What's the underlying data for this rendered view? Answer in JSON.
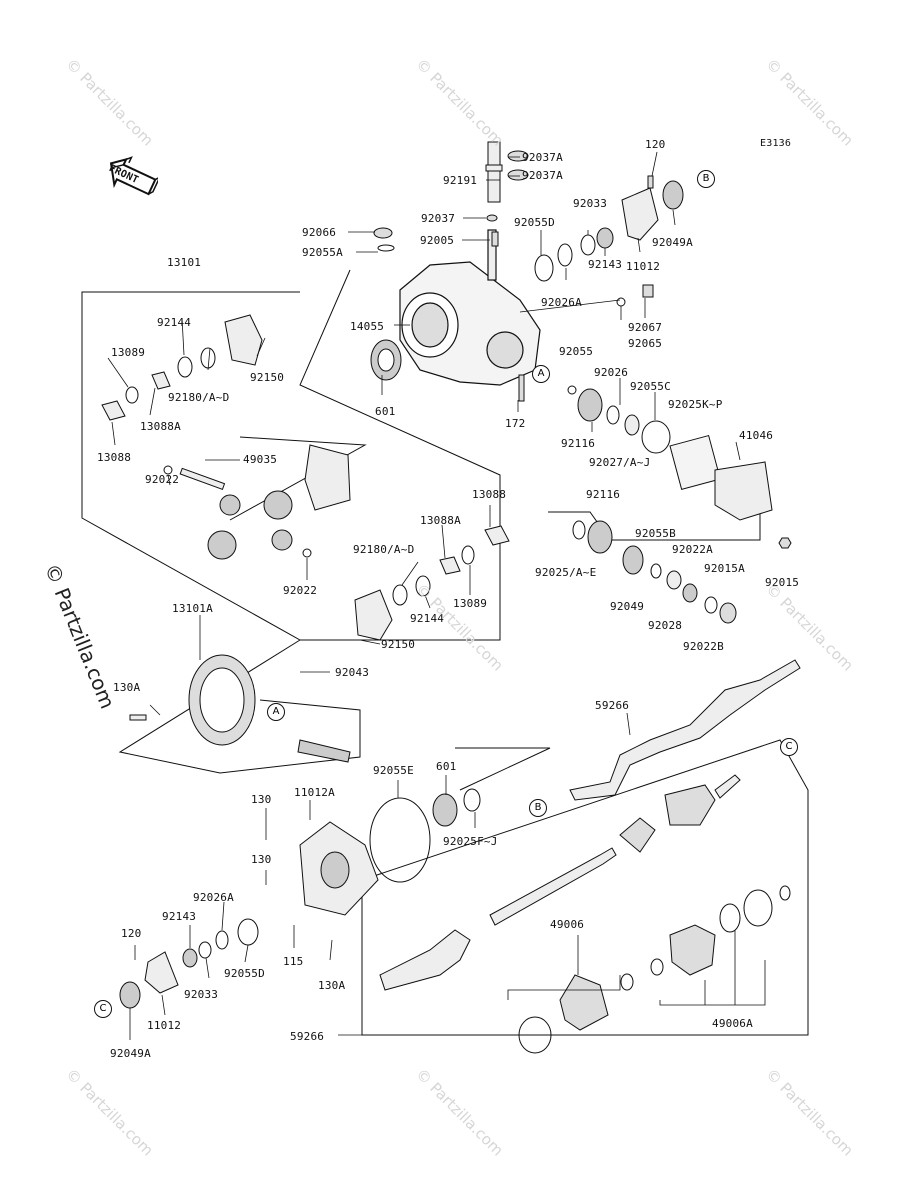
{
  "diagram_code": "E3136",
  "front_label": "FRONT",
  "watermark": "© Partzilla.com",
  "labels": [
    {
      "id": "l1",
      "text": "92037A"
    },
    {
      "id": "l2",
      "text": "92037A"
    },
    {
      "id": "l3",
      "text": "120"
    },
    {
      "id": "l4",
      "text": "92191"
    },
    {
      "id": "l5",
      "text": "92033"
    },
    {
      "id": "l6",
      "text": "92037"
    },
    {
      "id": "l7",
      "text": "92055D"
    },
    {
      "id": "l8",
      "text": "92066"
    },
    {
      "id": "l9",
      "text": "92005"
    },
    {
      "id": "l10",
      "text": "92055A"
    },
    {
      "id": "l11",
      "text": "92049A"
    },
    {
      "id": "l12",
      "text": "92143"
    },
    {
      "id": "l13",
      "text": "11012"
    },
    {
      "id": "l14",
      "text": "92026A"
    },
    {
      "id": "l15",
      "text": "13101"
    },
    {
      "id": "l16",
      "text": "92067"
    },
    {
      "id": "l17",
      "text": "92065"
    },
    {
      "id": "l18",
      "text": "92144"
    },
    {
      "id": "l19",
      "text": "14055"
    },
    {
      "id": "l20",
      "text": "13089"
    },
    {
      "id": "l21",
      "text": "92055"
    },
    {
      "id": "l22",
      "text": "92026"
    },
    {
      "id": "l23",
      "text": "92150"
    },
    {
      "id": "l24",
      "text": "92180/A~D"
    },
    {
      "id": "l25",
      "text": "92055C"
    },
    {
      "id": "l26",
      "text": "92025K~P"
    },
    {
      "id": "l27",
      "text": "13088A"
    },
    {
      "id": "l28",
      "text": "601"
    },
    {
      "id": "l29",
      "text": "172"
    },
    {
      "id": "l30",
      "text": "41046"
    },
    {
      "id": "l31",
      "text": "13088"
    },
    {
      "id": "l32",
      "text": "92116"
    },
    {
      "id": "l33",
      "text": "92027/A~J"
    },
    {
      "id": "l34",
      "text": "49035"
    },
    {
      "id": "l35",
      "text": "92022"
    },
    {
      "id": "l36",
      "text": "13088"
    },
    {
      "id": "l37",
      "text": "92116"
    },
    {
      "id": "l38",
      "text": "13088A"
    },
    {
      "id": "l39",
      "text": "92180/A~D"
    },
    {
      "id": "l40",
      "text": "92055B"
    },
    {
      "id": "l41",
      "text": "92022A"
    },
    {
      "id": "l42",
      "text": "92025/A~E"
    },
    {
      "id": "l43",
      "text": "92015A"
    },
    {
      "id": "l44",
      "text": "92015"
    },
    {
      "id": "l45",
      "text": "92022"
    },
    {
      "id": "l46",
      "text": "92049"
    },
    {
      "id": "l47",
      "text": "92144"
    },
    {
      "id": "l48",
      "text": "13089"
    },
    {
      "id": "l49",
      "text": "92028"
    },
    {
      "id": "l50",
      "text": "13101A"
    },
    {
      "id": "l51",
      "text": "92022B"
    },
    {
      "id": "l52",
      "text": "92150"
    },
    {
      "id": "l53",
      "text": "92043"
    },
    {
      "id": "l54",
      "text": "130A"
    },
    {
      "id": "l55",
      "text": "59266"
    },
    {
      "id": "l56",
      "text": "92055E"
    },
    {
      "id": "l57",
      "text": "601"
    },
    {
      "id": "l58",
      "text": "130"
    },
    {
      "id": "l59",
      "text": "11012A"
    },
    {
      "id": "l60",
      "text": "92025F~J"
    },
    {
      "id": "l61",
      "text": "130"
    },
    {
      "id": "l62",
      "text": "92026A"
    },
    {
      "id": "l63",
      "text": "92143"
    },
    {
      "id": "l64",
      "text": "49006"
    },
    {
      "id": "l65",
      "text": "120"
    },
    {
      "id": "l66",
      "text": "115"
    },
    {
      "id": "l67",
      "text": "92055D"
    },
    {
      "id": "l68",
      "text": "130A"
    },
    {
      "id": "l69",
      "text": "92033"
    },
    {
      "id": "l70",
      "text": "11012"
    },
    {
      "id": "l71",
      "text": "49006A"
    },
    {
      "id": "l72",
      "text": "59266"
    },
    {
      "id": "l73",
      "text": "92049A"
    }
  ],
  "callouts": [
    {
      "id": "c1",
      "text": "B"
    },
    {
      "id": "c2",
      "text": "A"
    },
    {
      "id": "c3",
      "text": "A"
    },
    {
      "id": "c4",
      "text": "C"
    },
    {
      "id": "c5",
      "text": "B"
    },
    {
      "id": "c6",
      "text": "C"
    }
  ]
}
